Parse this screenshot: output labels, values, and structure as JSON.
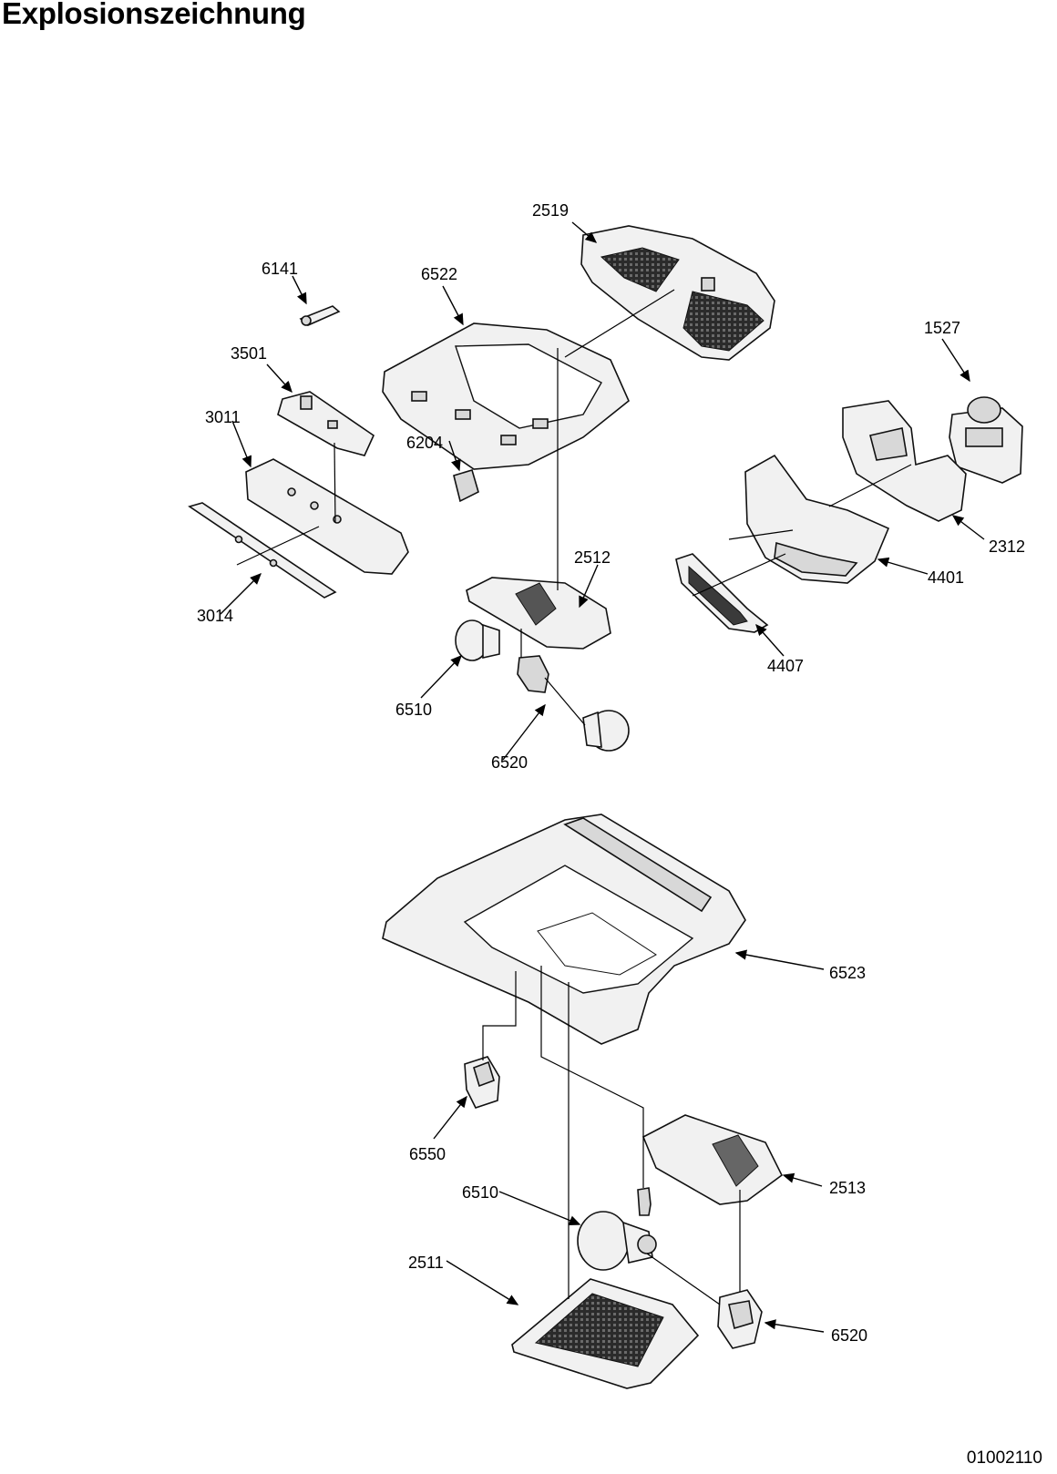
{
  "title": "Explosionszeichnung",
  "document_number": "01002110",
  "parts": {
    "p2519": "2519",
    "p6141": "6141",
    "p6522": "6522",
    "p1527": "1527",
    "p3501": "3501",
    "p3011": "3011",
    "p6204": "6204",
    "p2312": "2312",
    "p2512": "2512",
    "p4401": "4401",
    "p3014": "3014",
    "p4407": "4407",
    "p6510a": "6510",
    "p6520a": "6520",
    "p6523": "6523",
    "p6550": "6550",
    "p2513": "2513",
    "p6510b": "6510",
    "p2511": "2511",
    "p6520b": "6520"
  }
}
